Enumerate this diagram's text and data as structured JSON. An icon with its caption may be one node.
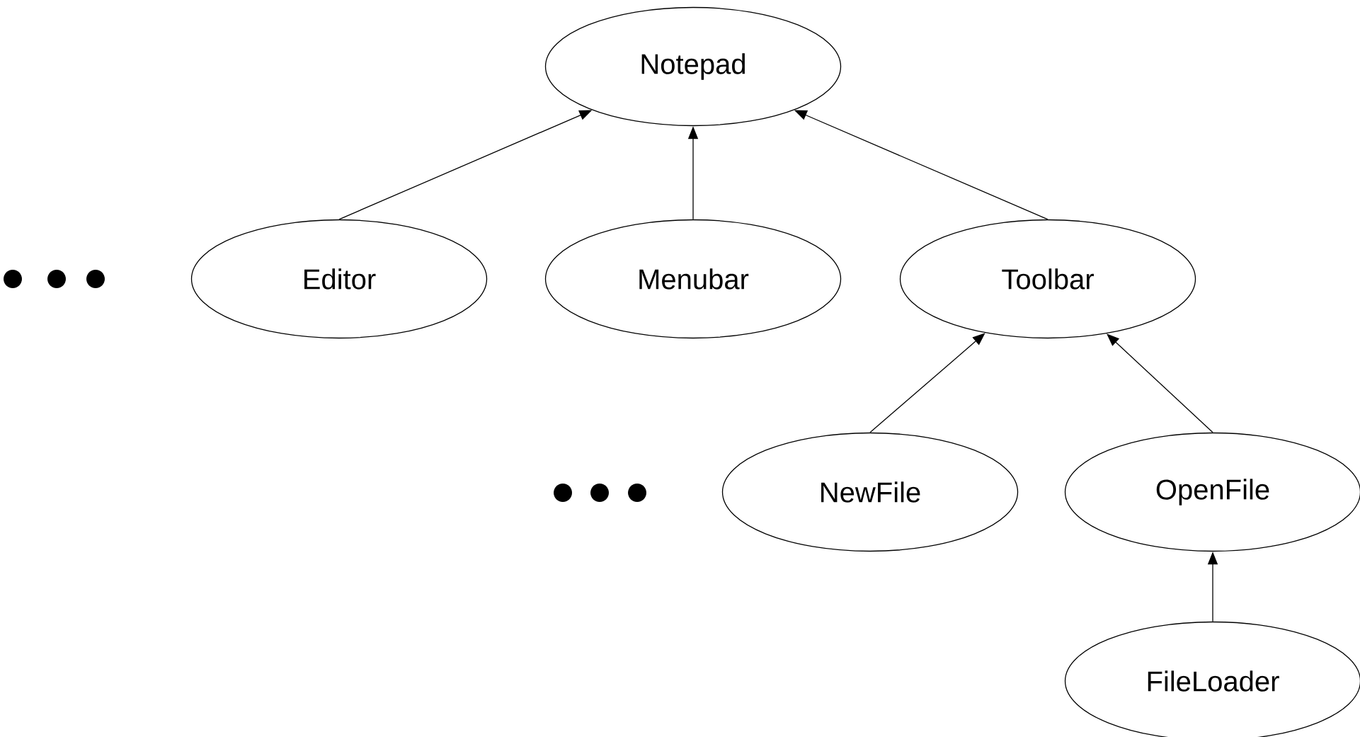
{
  "diagram": {
    "nodes": [
      {
        "text": [
          "Notepad"
        ]
      },
      {
        "text": [
          "Editor"
        ]
      },
      {
        "text": [
          "Menubar"
        ]
      },
      {
        "text": [
          "Toolbar"
        ]
      },
      {
        "text": [
          "NewFile"
        ]
      },
      {
        "text": [
          "OpenFile"
        ]
      },
      {
        "text": [
          "FileLoader"
        ]
      }
    ],
    "edges": [
      {
        "from": 1,
        "to": 0,
        "arrow": "to"
      },
      {
        "from": 2,
        "to": 0,
        "arrow": "to"
      },
      {
        "from": 3,
        "to": 0,
        "arrow": "to"
      },
      {
        "from": 4,
        "to": 3,
        "arrow": "to"
      },
      {
        "from": 5,
        "to": 3,
        "arrow": "to"
      },
      {
        "from": 6,
        "to": 5,
        "arrow": "to"
      }
    ]
  }
}
